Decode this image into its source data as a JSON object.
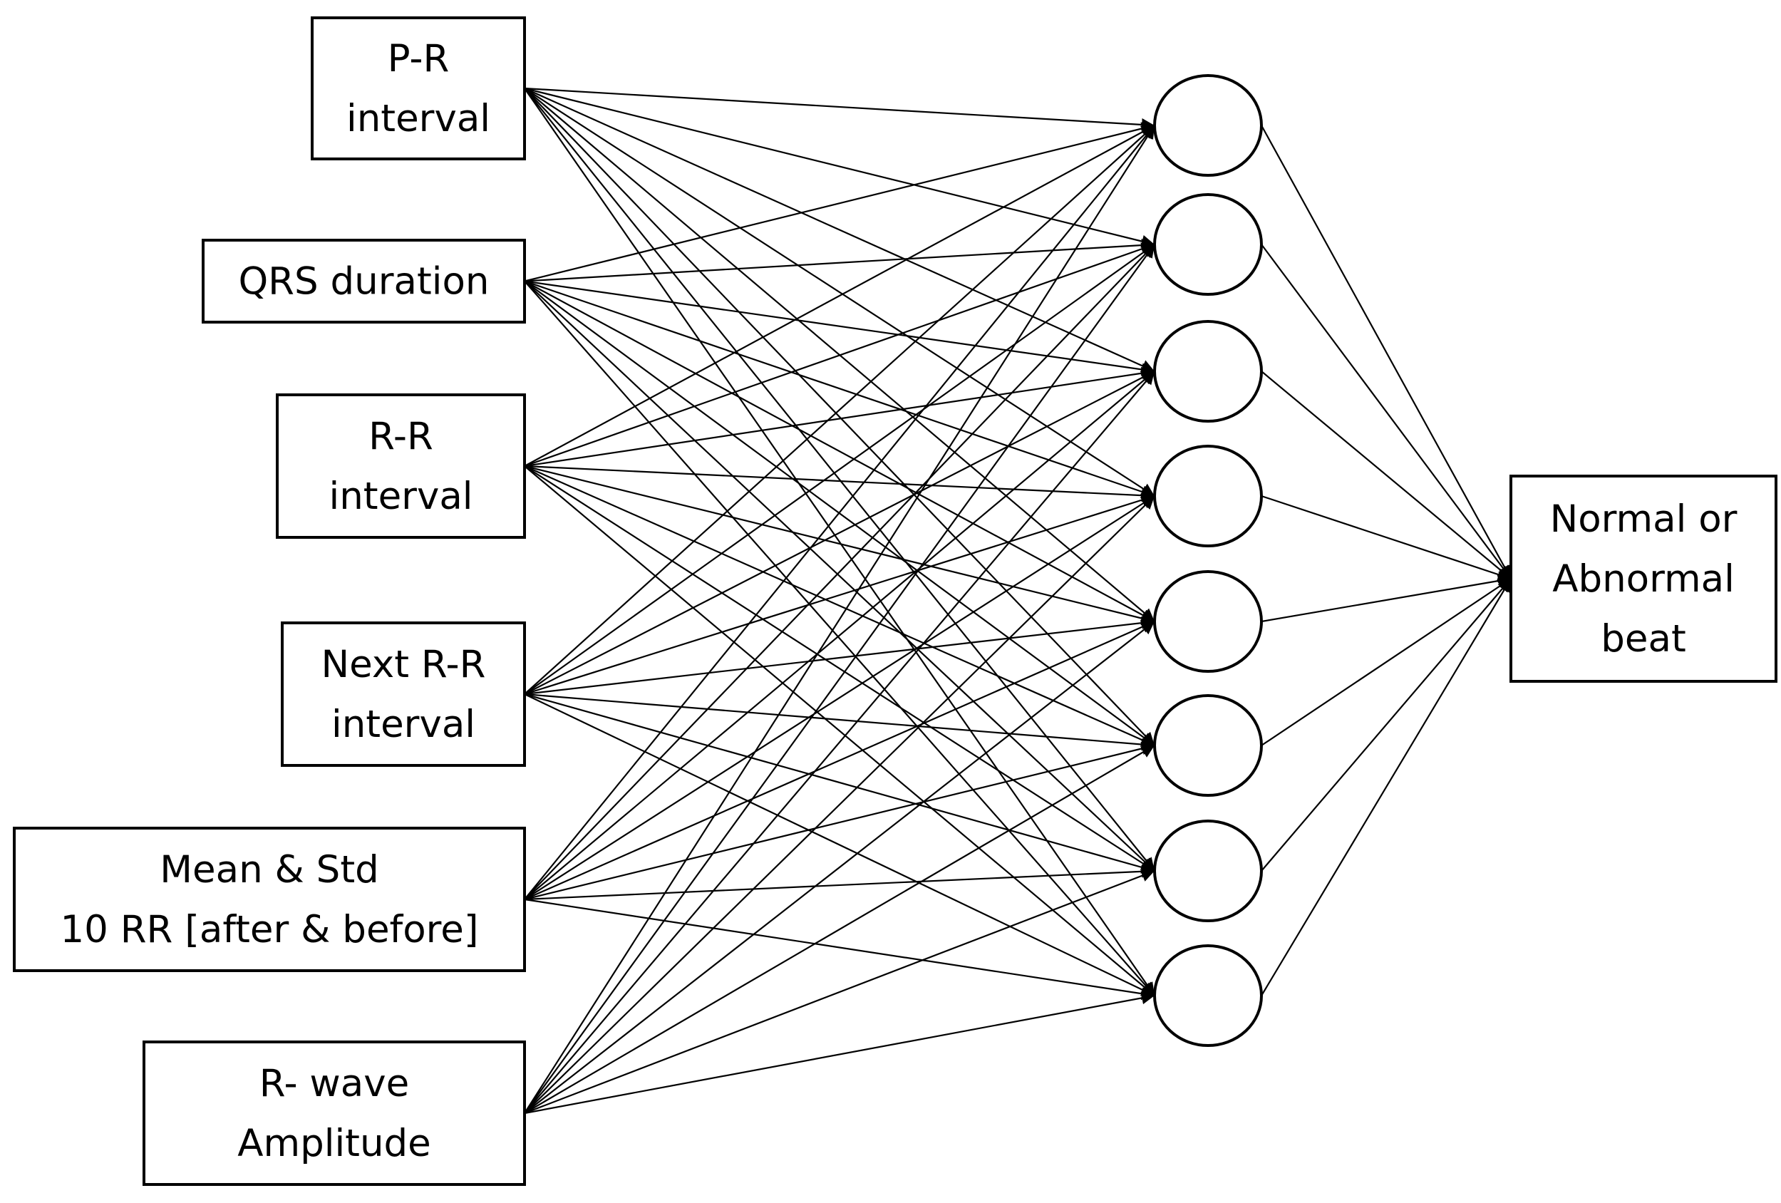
{
  "inputs": [
    {
      "id": "pr-interval",
      "lines": [
        "P-R",
        "interval"
      ]
    },
    {
      "id": "qrs-duration",
      "lines": [
        "QRS duration"
      ]
    },
    {
      "id": "rr-interval",
      "lines": [
        "R-R",
        "interval"
      ]
    },
    {
      "id": "next-rr-interval",
      "lines": [
        "Next R-R",
        "interval"
      ]
    },
    {
      "id": "mean-std-10rr",
      "lines": [
        "Mean & Std",
        "10 RR [after & before]"
      ]
    },
    {
      "id": "r-wave-amplitude",
      "lines": [
        "R- wave",
        "Amplitude"
      ]
    }
  ],
  "hidden_neuron_count": 8,
  "output": {
    "id": "normal-or-abnormal-beat",
    "lines": [
      "Normal or",
      "Abnormal",
      "beat"
    ]
  },
  "colors": {
    "stroke": "#000000",
    "fill": "#ffffff",
    "text": "#000000"
  }
}
